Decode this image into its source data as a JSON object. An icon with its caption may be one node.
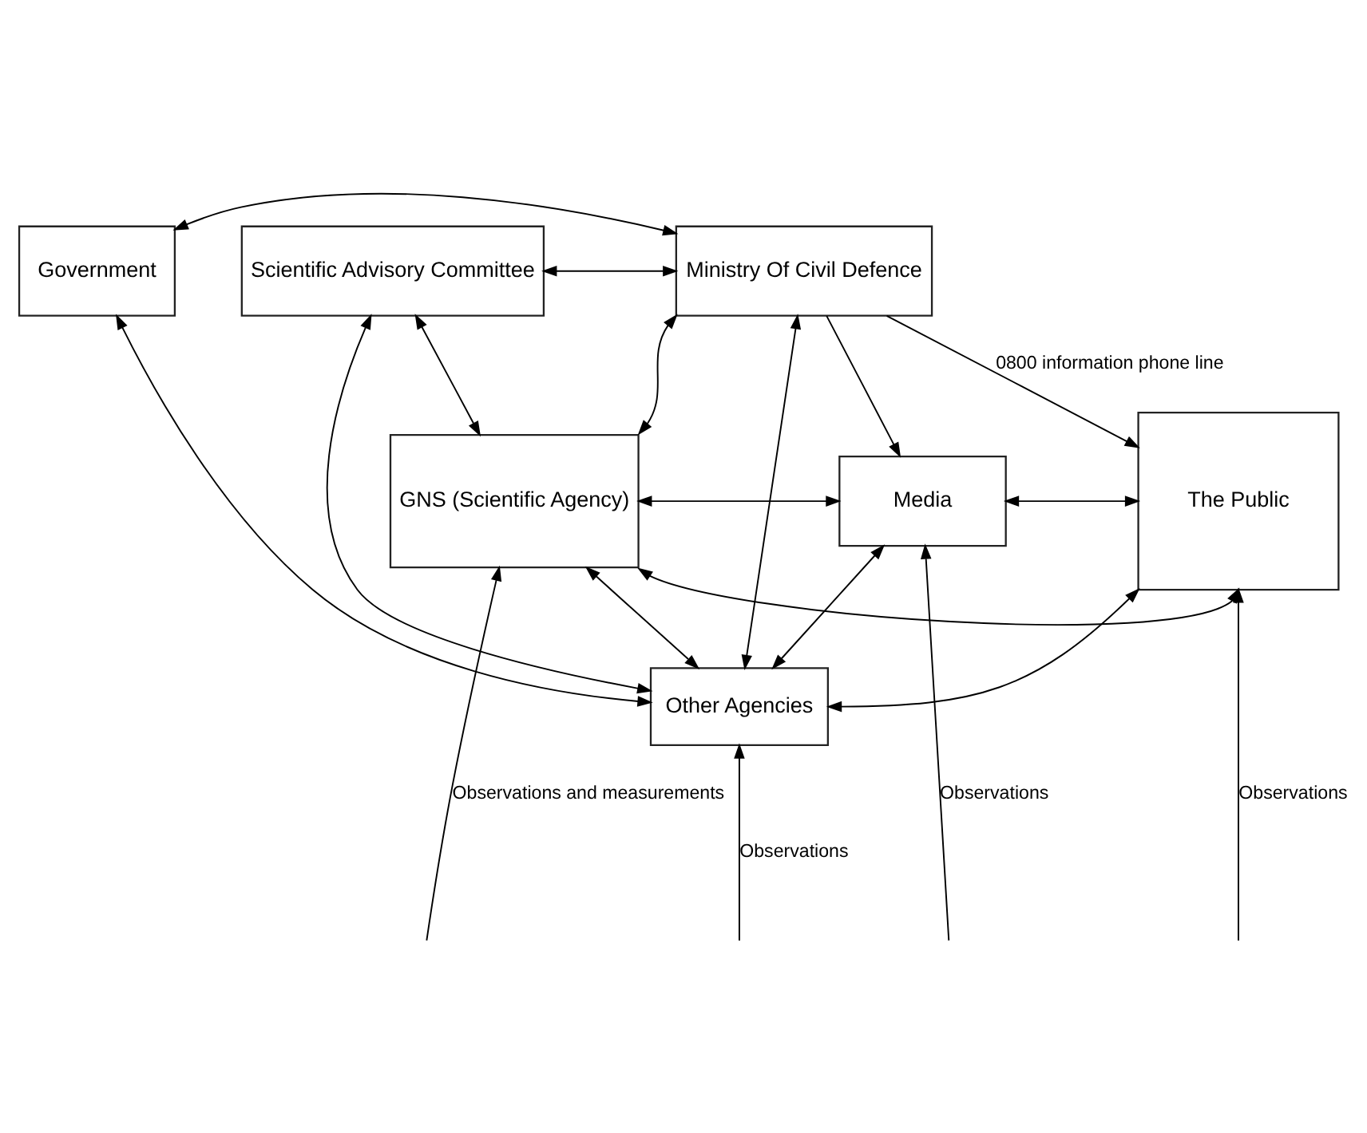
{
  "diagram": {
    "nodes": [
      {
        "text": [
          "Government"
        ]
      },
      {
        "text": [
          "Scientific Advisory Committee"
        ]
      },
      {
        "text": [
          "Ministry Of Civil Defence"
        ]
      },
      {
        "text": [
          "GNS (Scientific Agency)"
        ]
      },
      {
        "text": [
          "Media"
        ]
      },
      {
        "text": [
          "The Public"
        ]
      },
      {
        "text": [
          "Other Agencies"
        ]
      }
    ],
    "edges": [
      {
        "from": 2,
        "to": 0,
        "arrow": "both"
      },
      {
        "from": 1,
        "to": 2,
        "arrow": "both"
      },
      {
        "from": 1,
        "to": 3,
        "arrow": "both"
      },
      {
        "from": 1,
        "to": 6,
        "arrow": "both"
      },
      {
        "from": 2,
        "to": 3,
        "arrow": "both"
      },
      {
        "from": 2,
        "to": 6,
        "arrow": "both"
      },
      {
        "from": 2,
        "to": 4,
        "arrow": "to"
      },
      {
        "from": 2,
        "to": 5,
        "label": "0800 information phone line",
        "arrow": "to"
      },
      {
        "from": 6,
        "to": 0,
        "arrow": "both"
      },
      {
        "from": 3,
        "to": 4,
        "arrow": "both"
      },
      {
        "from": 3,
        "to": 5,
        "arrow": "both"
      },
      {
        "from": 3,
        "to": 6,
        "arrow": "both"
      },
      {
        "from": 6,
        "to": 4,
        "arrow": "both"
      },
      {
        "from": 4,
        "to": 5,
        "arrow": "both"
      },
      {
        "from": 6,
        "to": 5,
        "arrow": "both"
      },
      {
        "from": null,
        "to": 3,
        "label": "Observations and measurements",
        "arrow": "to"
      },
      {
        "from": null,
        "to": 6,
        "label": "Observations",
        "arrow": "to"
      },
      {
        "from": null,
        "to": 4,
        "label": "Observations",
        "arrow": "to"
      },
      {
        "from": null,
        "to": 5,
        "label": "Observations",
        "arrow": "to"
      }
    ]
  }
}
